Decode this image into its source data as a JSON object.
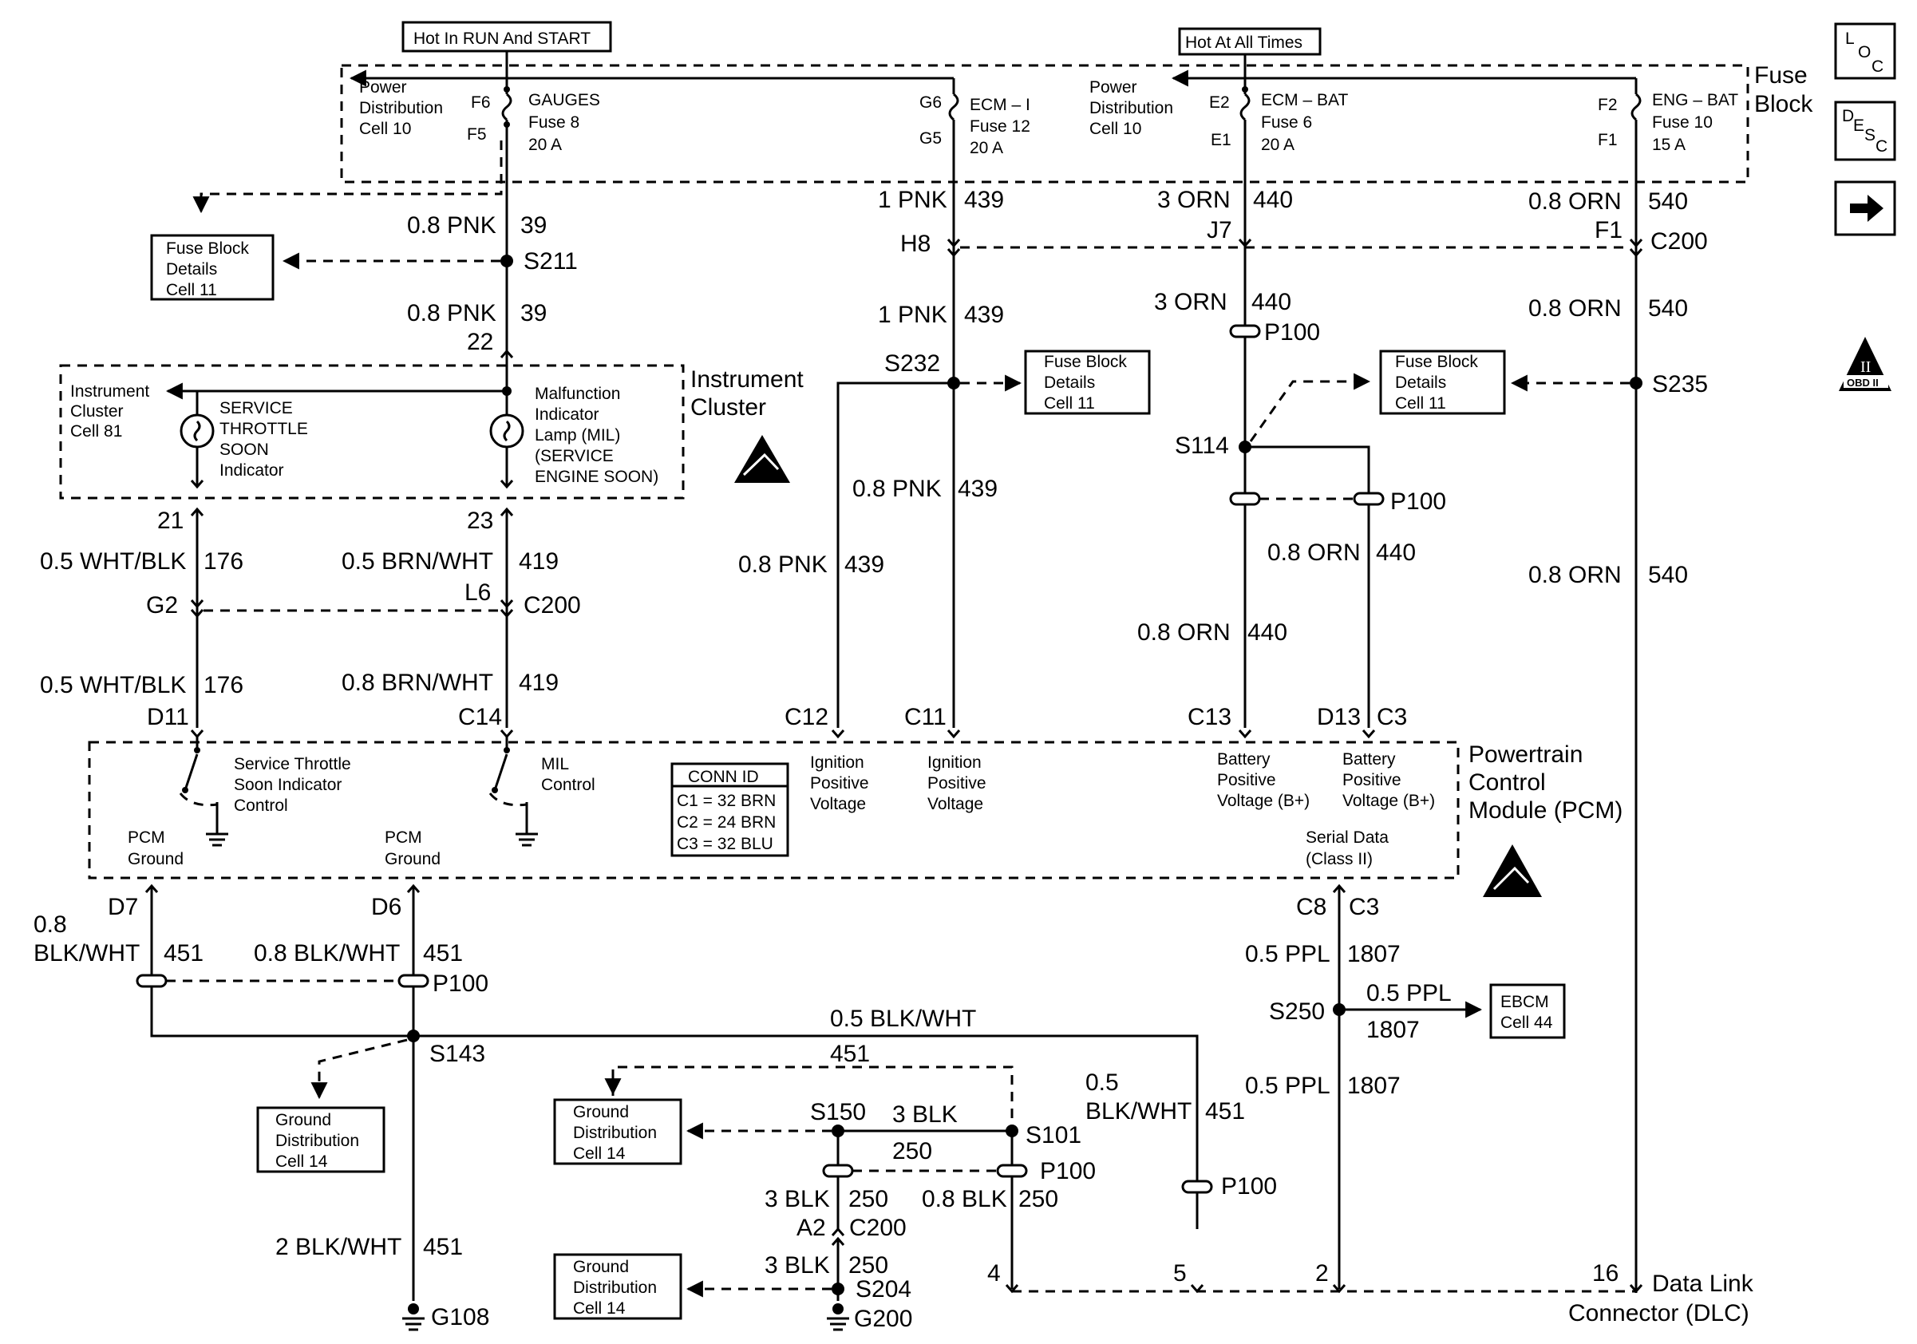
{
  "headers": {
    "hot_run_start": "Hot In RUN And START",
    "hot_all_times": "Hot At All Times"
  },
  "fuse_block": {
    "title_1": "Fuse",
    "title_2": "Block",
    "pd_left": [
      "Power",
      "Distribution",
      "Cell 10"
    ],
    "pd_right": [
      "Power",
      "Distribution",
      "Cell 10"
    ],
    "f6": "F6",
    "f5": "F5",
    "gauges": [
      "GAUGES",
      "Fuse 8",
      "20 A"
    ],
    "g6": "G6",
    "g5": "G5",
    "ecm_i": [
      "ECM – I",
      "Fuse 12",
      "20 A"
    ],
    "e2": "E2",
    "e1": "E1",
    "ecm_bat": [
      "ECM – BAT",
      "Fuse 6",
      "20 A"
    ],
    "f2": "F2",
    "f1": "F1",
    "eng_bat": [
      "ENG – BAT",
      "Fuse 10",
      "15 A"
    ]
  },
  "side_icons": {
    "loc": [
      "L",
      "O",
      "C"
    ],
    "desc": [
      "D",
      "E",
      "S",
      "C"
    ],
    "obd": "OBD II",
    "obd_roman": "II"
  },
  "wires": {
    "w39a": [
      "0.8 PNK",
      "39"
    ],
    "w39b": [
      "0.8 PNK",
      "39"
    ],
    "pin22": "22",
    "s211": "S211",
    "w439a": [
      "1 PNK",
      "439"
    ],
    "h8": "H8",
    "w439b": [
      "1 PNK",
      "439"
    ],
    "s232": "S232",
    "w439c": [
      "0.8 PNK",
      "439"
    ],
    "w439d": [
      "0.8 PNK",
      "439"
    ],
    "w440a": [
      "3 ORN",
      "440"
    ],
    "j7": "J7",
    "w440b": [
      "3 ORN",
      "440"
    ],
    "p100a": "P100",
    "s114": "S114",
    "p100b": "P100",
    "w440c": [
      "0.8 ORN",
      "440"
    ],
    "w440d": [
      "0.8 ORN",
      "440"
    ],
    "w540a": [
      "0.8 ORN",
      "540"
    ],
    "f1c": "F1",
    "c200a": "C200",
    "w540b": [
      "0.8 ORN",
      "540"
    ],
    "s235": "S235",
    "w540c": [
      "0.8 ORN",
      "540"
    ],
    "pin21": "21",
    "pin23": "23",
    "w176a": [
      "0.5 WHT/BLK",
      "176"
    ],
    "w419a": [
      "0.5 BRN/WHT",
      "419"
    ],
    "g2": "G2",
    "l6": "L6",
    "c200b": "C200",
    "w176b": [
      "0.5 WHT/BLK",
      "176"
    ],
    "w419b": [
      "0.8 BRN/WHT",
      "419"
    ],
    "d11": "D11",
    "c14": "C14",
    "c12": "C12",
    "c11": "C11",
    "c13": "C13",
    "d13": "D13",
    "c3a": "C3"
  },
  "fbd": {
    "a": [
      "Fuse Block",
      "Details",
      "Cell 11"
    ],
    "b": [
      "Fuse Block",
      "Details",
      "Cell 11"
    ],
    "c": [
      "Fuse Block",
      "Details",
      "Cell 11"
    ]
  },
  "instrument_cluster": {
    "title_1": "Instrument",
    "title_2": "Cluster",
    "cell": [
      "Instrument",
      "Cluster",
      "Cell 81"
    ],
    "sts": [
      "SERVICE",
      "THROTTLE",
      "SOON",
      "Indicator"
    ],
    "mil": [
      "Malfunction",
      "Indicator",
      "Lamp (MIL)",
      "(SERVICE",
      "ENGINE SOON)"
    ]
  },
  "pcm": {
    "title": [
      "Powertrain",
      "Control",
      "Module (PCM)"
    ],
    "sts_ctrl": [
      "Service Throttle",
      "Soon Indicator",
      "Control"
    ],
    "mil_ctrl": [
      "MIL",
      "Control"
    ],
    "conn_id": [
      "CONN ID",
      "C1 = 32 BRN",
      "C2 = 24 BRN",
      "C3 = 32 BLU"
    ],
    "ign1": [
      "Ignition",
      "Positive",
      "Voltage"
    ],
    "ign2": [
      "Ignition",
      "Positive",
      "Voltage"
    ],
    "bat1": [
      "Battery",
      "Positive",
      "Voltage (B+)"
    ],
    "bat2": [
      "Battery",
      "Positive",
      "Voltage (B+)"
    ],
    "gnd1": [
      "PCM",
      "Ground"
    ],
    "gnd2": [
      "PCM",
      "Ground"
    ],
    "serial": [
      "Serial Data",
      "(Class II)"
    ]
  },
  "lower": {
    "d7": "D7",
    "d6": "D6",
    "w451a": [
      "0.8",
      "BLK/WHT",
      "451"
    ],
    "w451b": [
      "0.8 BLK/WHT",
      "451"
    ],
    "p100c": "P100",
    "w451c": "0.5 BLK/WHT",
    "s143": "S143",
    "w451d": "451",
    "w451e": [
      "2 BLK/WHT",
      "451"
    ],
    "g108": "G108",
    "gd_a": [
      "Ground",
      "Distribution",
      "Cell 14"
    ],
    "gd_b": [
      "Ground",
      "Distribution",
      "Cell 14"
    ],
    "gd_c": [
      "Ground",
      "Distribution",
      "Cell 14"
    ],
    "s150": "S150",
    "s101": "S101",
    "w250a": [
      "3 BLK",
      "250"
    ],
    "p100d": "P100",
    "w250b": [
      "3 BLK",
      "250"
    ],
    "w250c": [
      "0.8 BLK",
      "250"
    ],
    "a2": "A2",
    "c200c": "C200",
    "w250d": [
      "3 BLK",
      "250"
    ],
    "s204": "S204",
    "g200": "G200",
    "w451f": [
      "0.5",
      "BLK/WHT",
      "451"
    ],
    "p100e": "P100",
    "c8": "C8",
    "c3b": "C3",
    "w1807a": [
      "0.5 PPL",
      "1807"
    ],
    "s250": "S250",
    "w1807b": [
      "0.5 PPL",
      "1807"
    ],
    "ebcm": [
      "EBCM",
      "Cell 44"
    ],
    "w1807c": [
      "0.5 PPL",
      "1807"
    ],
    "dlc_pins": [
      "4",
      "5",
      "2",
      "16"
    ],
    "dlc": [
      "Data Link",
      "Connector (DLC)"
    ]
  }
}
